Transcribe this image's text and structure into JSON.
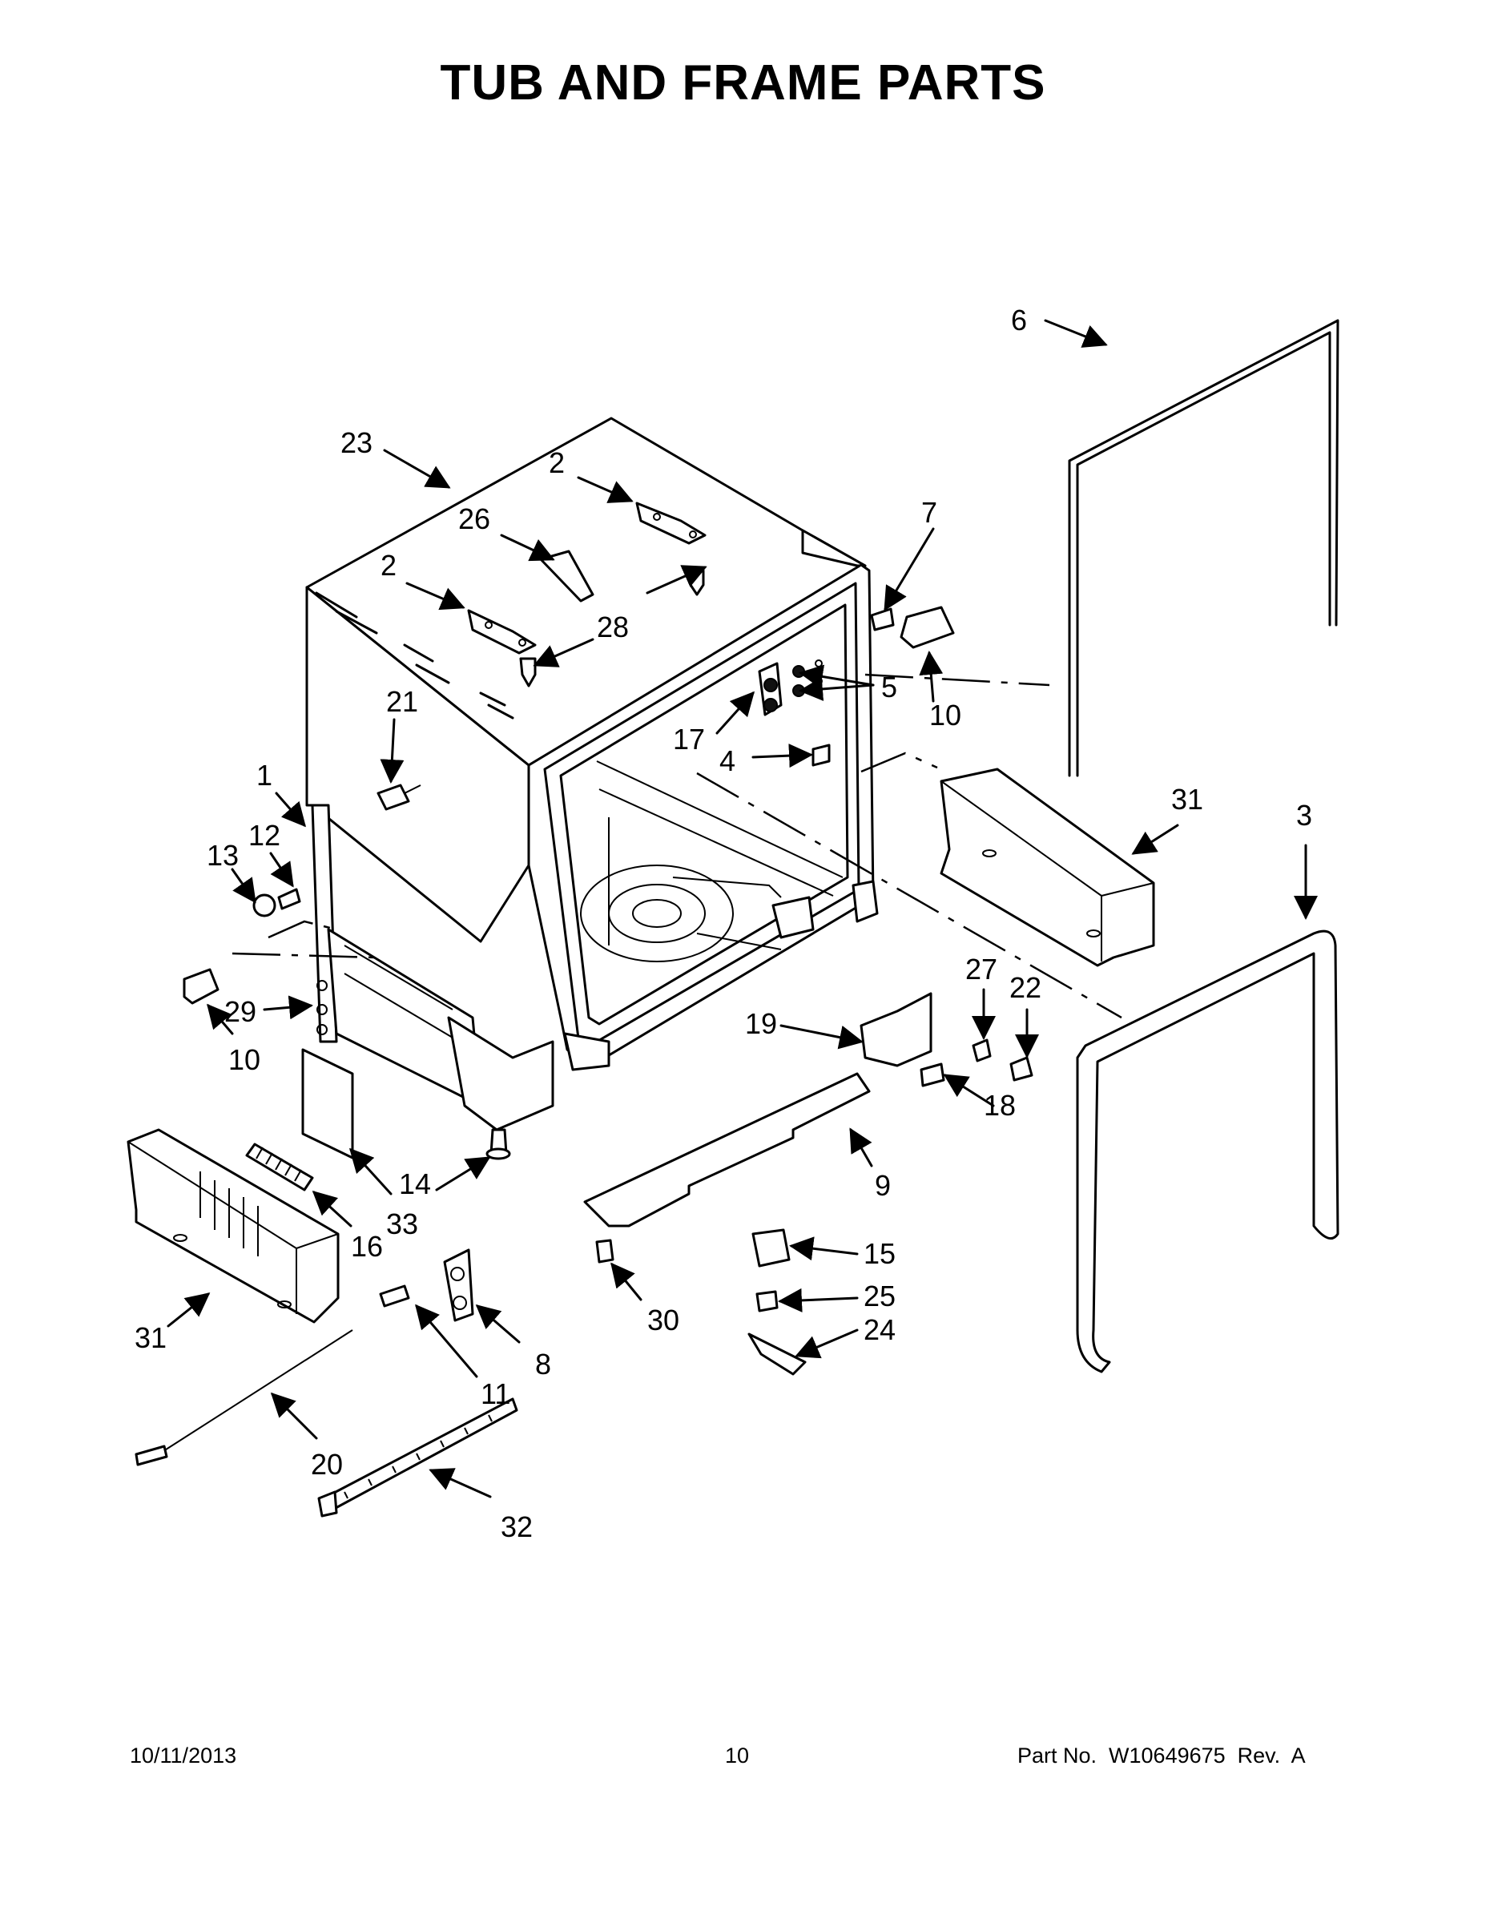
{
  "title": "TUB AND FRAME PARTS",
  "footer": {
    "date": "10/11/2013",
    "page": "10",
    "part_no": "Part No.  W10649675  Rev.  A"
  },
  "callouts": [
    {
      "id": "c23",
      "label": "23"
    },
    {
      "id": "c2a",
      "label": "2"
    },
    {
      "id": "c26",
      "label": "26"
    },
    {
      "id": "c2b",
      "label": "2"
    },
    {
      "id": "c28",
      "label": "28"
    },
    {
      "id": "c21",
      "label": "21"
    },
    {
      "id": "c1",
      "label": "1"
    },
    {
      "id": "c12",
      "label": "12"
    },
    {
      "id": "c13",
      "label": "13"
    },
    {
      "id": "c29",
      "label": "29"
    },
    {
      "id": "c10a",
      "label": "10"
    },
    {
      "id": "c6",
      "label": "6"
    },
    {
      "id": "c7",
      "label": "7"
    },
    {
      "id": "c5",
      "label": "5"
    },
    {
      "id": "c10b",
      "label": "10"
    },
    {
      "id": "c17",
      "label": "17"
    },
    {
      "id": "c4",
      "label": "4"
    },
    {
      "id": "c31a",
      "label": "31"
    },
    {
      "id": "c3",
      "label": "3"
    },
    {
      "id": "c27",
      "label": "27"
    },
    {
      "id": "c22",
      "label": "22"
    },
    {
      "id": "c19",
      "label": "19"
    },
    {
      "id": "c18",
      "label": "18"
    },
    {
      "id": "c9",
      "label": "9"
    },
    {
      "id": "c14",
      "label": "14"
    },
    {
      "id": "c33",
      "label": "33"
    },
    {
      "id": "c16",
      "label": "16"
    },
    {
      "id": "c15",
      "label": "15"
    },
    {
      "id": "c25",
      "label": "25"
    },
    {
      "id": "c24",
      "label": "24"
    },
    {
      "id": "c30",
      "label": "30"
    },
    {
      "id": "c31b",
      "label": "31"
    },
    {
      "id": "c8",
      "label": "8"
    },
    {
      "id": "c11",
      "label": "11"
    },
    {
      "id": "c20",
      "label": "20"
    },
    {
      "id": "c32",
      "label": "32"
    }
  ]
}
